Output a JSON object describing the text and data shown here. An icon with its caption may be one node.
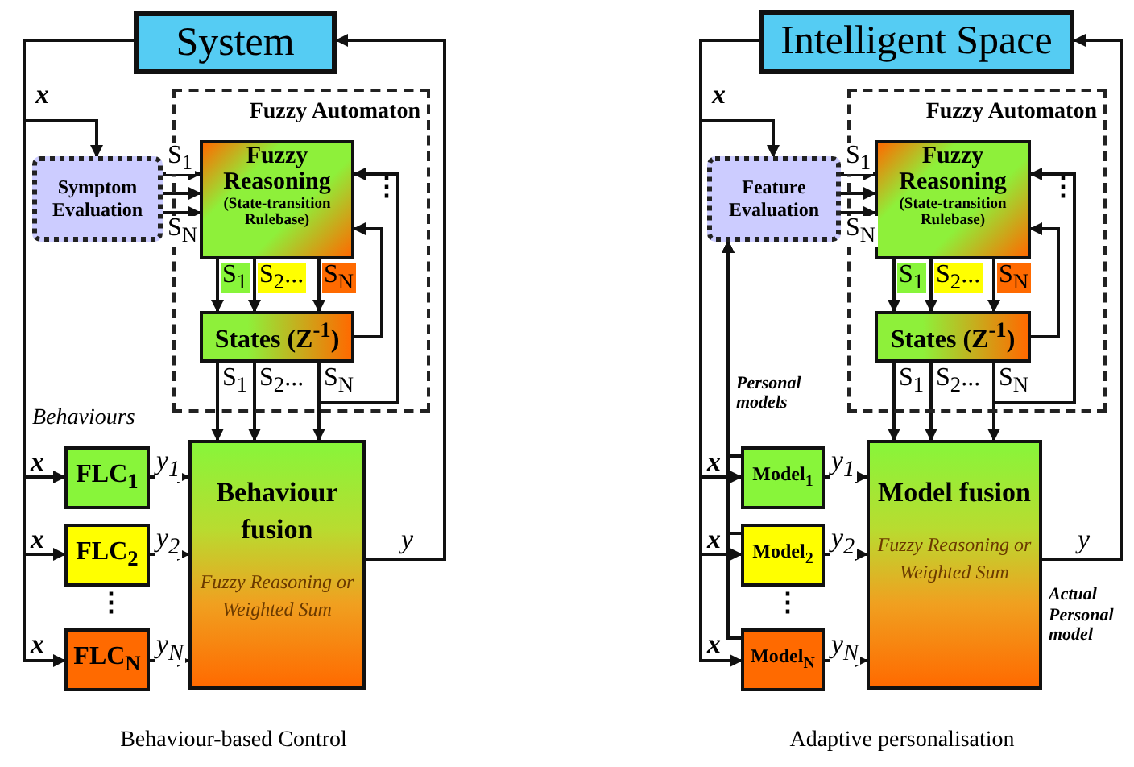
{
  "diagram": {
    "nodes": [
      {
        "text": [
          "System"
        ]
      },
      {
        "text": [
          "Fuzzy Automaton"
        ]
      },
      {
        "text": [
          "Symptom Evaluation"
        ]
      },
      {
        "text": [
          "Fuzzy Reasoning",
          "(State-transition Rulebase)"
        ],
        "in": 1
      },
      {
        "text": [
          "States (Z$^{-1}$)"
        ],
        "in": 1
      },
      {
        "text": [
          "FLC$_{1}$"
        ]
      },
      {
        "text": [
          "FLC$_{2}$"
        ]
      },
      {
        "text": [
          "FLC$_{N}$"
        ]
      },
      {
        "text": [
          "Behaviour fusion",
          "Fuzzy Reasoning or Weighted Sum"
        ]
      },
      {
        "text": [
          "Intelligent Space"
        ]
      },
      {
        "text": [
          "Fuzzy Automaton"
        ]
      },
      {
        "text": [
          "Feature Evaluation"
        ]
      },
      {
        "text": [
          "Fuzzy Reasoning",
          "(State-transition Rulebase)"
        ],
        "in": 10
      },
      {
        "text": [
          "States (Z$^{-1}$)"
        ],
        "in": 10
      },
      {
        "text": [
          "Model$_{1}$"
        ]
      },
      {
        "text": [
          "Model$_{2}$"
        ]
      },
      {
        "text": [
          "Model$_{N}$"
        ]
      },
      {
        "text": [
          "Model fusion",
          "Fuzzy Reasoning or Weighted Sum"
        ],
        "beside": [
          "Actual Personal model"
        ]
      }
    ],
    "edges": [
      {
        "from": 0,
        "to": 2,
        "arrow": "to",
        "label": "x"
      },
      {
        "from": 0,
        "to": 5,
        "arrow": "to",
        "label": "x"
      },
      {
        "from": 0,
        "to": 6,
        "arrow": "to",
        "label": "x"
      },
      {
        "from": 0,
        "to": 7,
        "arrow": "to",
        "label": "x"
      },
      {
        "from": 2,
        "to": 3,
        "arrow": "to",
        "label": "S$_{1}$"
      },
      {
        "from": 2,
        "to": 3,
        "arrow": "to"
      },
      {
        "from": 2,
        "to": 3,
        "arrow": "to",
        "label": "S$_{N}$"
      },
      {
        "from": 3,
        "to": 4,
        "arrow": "to",
        "label": "S$_{1}$"
      },
      {
        "from": 3,
        "to": 4,
        "arrow": "to",
        "label": "S$_{2}$..."
      },
      {
        "from": 3,
        "to": 4,
        "arrow": "to",
        "label": "S$_{N}$"
      },
      {
        "from": 4,
        "to": 3,
        "arrow": "to"
      },
      {
        "from": 4,
        "to": 3,
        "arrow": "to"
      },
      {
        "from": 4,
        "to": 8,
        "arrow": "to",
        "label": "S$_{1}$"
      },
      {
        "from": 4,
        "to": 8,
        "arrow": "to",
        "label": "S$_{2}$..."
      },
      {
        "from": 4,
        "to": 8,
        "arrow": "to",
        "label": "S$_{N}$"
      },
      {
        "from": 5,
        "to": 8,
        "arrow": "to",
        "label": "y$_{1}$"
      },
      {
        "from": 6,
        "to": 8,
        "arrow": "to",
        "label": "y$_{2}$"
      },
      {
        "from": 7,
        "to": 8,
        "arrow": "to",
        "label": "y$_{N}$"
      },
      {
        "from": 8,
        "to": 0,
        "arrow": "to",
        "label": "y"
      },
      {
        "from": 9,
        "to": 11,
        "arrow": "to",
        "label": "x"
      },
      {
        "from": 9,
        "to": 14,
        "arrow": "to",
        "label": "x"
      },
      {
        "from": 9,
        "to": 15,
        "arrow": "to",
        "label": "x"
      },
      {
        "from": 9,
        "to": 16,
        "arrow": "to",
        "label": "x"
      },
      {
        "from": 11,
        "to": 12,
        "arrow": "to",
        "label": "S$_{1}$"
      },
      {
        "from": 11,
        "to": 12,
        "arrow": "to"
      },
      {
        "from": 11,
        "to": 12,
        "arrow": "to",
        "label": "S$_{N}$"
      },
      {
        "from": 12,
        "to": 13,
        "arrow": "to",
        "label": "S$_{1}$"
      },
      {
        "from": 12,
        "to": 13,
        "arrow": "to",
        "label": "S$_{2}$..."
      },
      {
        "from": 12,
        "to": 13,
        "arrow": "to",
        "label": "S$_{N}$"
      },
      {
        "from": 13,
        "to": 12,
        "arrow": "to"
      },
      {
        "from": 13,
        "to": 12,
        "arrow": "to"
      },
      {
        "from": 13,
        "to": 17,
        "arrow": "to",
        "label": "S$_{1}$"
      },
      {
        "from": 13,
        "to": 17,
        "arrow": "to",
        "label": "S$_{2}$..."
      },
      {
        "from": 13,
        "to": 17,
        "arrow": "to",
        "label": "S$_{N}$"
      },
      {
        "from": 14,
        "to": 17,
        "arrow": "to",
        "label": "y$_{1}$"
      },
      {
        "from": 15,
        "to": 17,
        "arrow": "to",
        "label": "y$_{2}$"
      },
      {
        "from": 16,
        "to": 17,
        "arrow": "to",
        "label": "y$_{N}$"
      },
      {
        "from": 17,
        "to": 9,
        "arrow": "to",
        "label": "y"
      },
      {
        "from": 14,
        "to": 11,
        "arrow": "to"
      },
      {
        "from": 15,
        "to": 11,
        "arrow": "to"
      },
      {
        "from": 16,
        "to": 11,
        "arrow": "to"
      }
    ],
    "labels": [
      "⋮",
      "Behaviours",
      "⋮",
      "Behaviour-based Control",
      "⋮",
      "Personal models",
      "⋮",
      "Adaptive personalisation"
    ]
  }
}
